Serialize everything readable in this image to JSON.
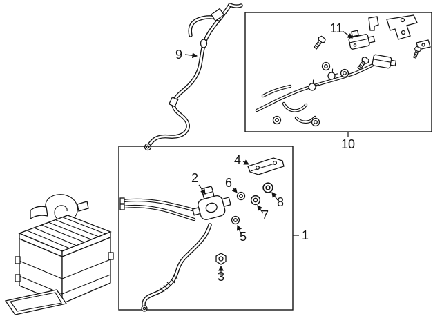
{
  "colors": {
    "background": "#ffffff",
    "line": "#141414"
  },
  "diagram": {
    "callouts": {
      "c1": "1",
      "c2": "2",
      "c3": "3",
      "c4": "4",
      "c5": "5",
      "c6": "6",
      "c7": "7",
      "c8": "8",
      "c9": "9",
      "c10": "10",
      "c11": "11"
    }
  }
}
